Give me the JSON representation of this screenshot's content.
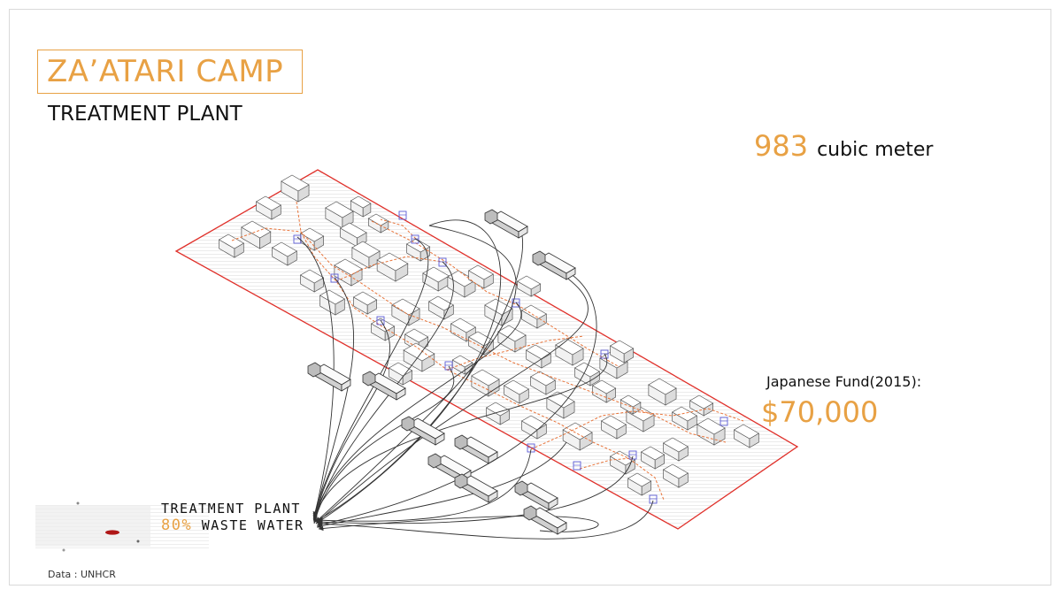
{
  "header": {
    "title": "ZA’ATARI CAMP",
    "subtitle": "TREATMENT PLANT"
  },
  "stats": {
    "volume_value": "983",
    "volume_unit": "cubic meter",
    "fund_label": "Japanese Fund(2015):",
    "fund_amount": "$70,000"
  },
  "plant": {
    "line1": "TREATMENT PLANT",
    "percent": "80%",
    "line2": "WASTE WATER"
  },
  "footer": {
    "source": "Data : UNHCR"
  },
  "colors": {
    "accent": "#e8a144",
    "boundary": "#e0302a",
    "pipes": "#e8743a",
    "tanks": "#5b5bd6",
    "flow": "#333333"
  }
}
